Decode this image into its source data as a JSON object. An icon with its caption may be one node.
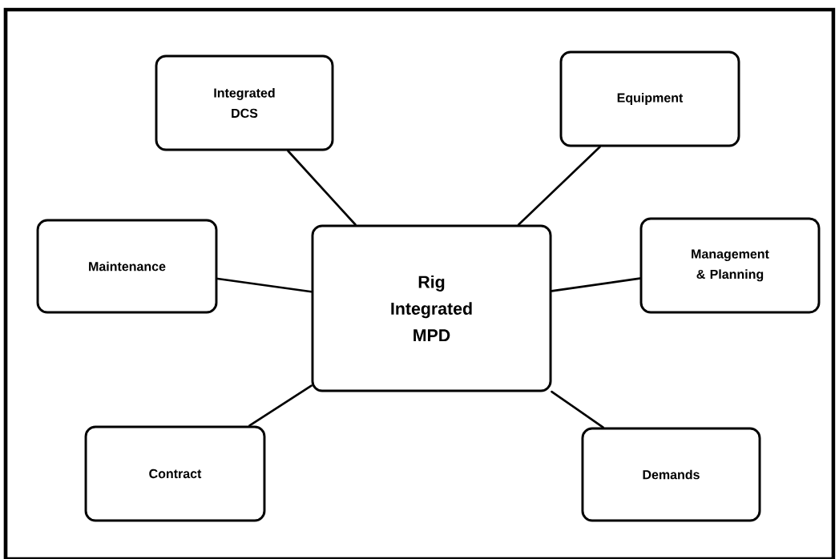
{
  "diagram": {
    "nodes": [
      {
        "text": [
          "Integrated DCS"
        ]
      },
      {
        "text": [
          "Equipment"
        ]
      },
      {
        "text": [
          "Maintenance"
        ]
      },
      {
        "text": [
          "Rig Integrated MPD"
        ]
      },
      {
        "text": [
          "Management & Planning"
        ]
      },
      {
        "text": [
          "Contract"
        ]
      },
      {
        "text": [
          "Demands"
        ]
      }
    ],
    "edges": [
      {
        "from": 3,
        "to": 0,
        "arrow": "none"
      },
      {
        "from": 3,
        "to": 1,
        "arrow": "none"
      },
      {
        "from": 3,
        "to": 2,
        "arrow": "none"
      },
      {
        "from": 3,
        "to": 4,
        "arrow": "none"
      },
      {
        "from": 3,
        "to": 5,
        "arrow": "none"
      },
      {
        "from": 3,
        "to": 6,
        "arrow": "none"
      }
    ]
  }
}
